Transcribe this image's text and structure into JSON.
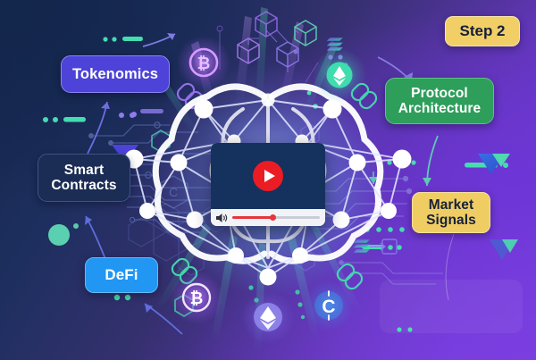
{
  "poster": {
    "title_badge": "Step 2",
    "theme": {
      "bg_dark": "#15264b",
      "bg_purple": "#7b3ee2",
      "accent_yellow": "#f0cd63",
      "accent_green": "#2e9e5b",
      "accent_blue": "#2196f3",
      "accent_indigo": "#4d43d8",
      "accent_mint": "#5fe3b9",
      "play_red": "#ec1c24"
    }
  },
  "chips": {
    "tokenomics": "Tokenomics",
    "smart_contracts": "Smart\nContracts",
    "smart_contracts_line1": "Smart",
    "smart_contracts_line2": "Contracts",
    "defi": "DeFi",
    "protocol_line1": "Protocol",
    "protocol_line2": "Architecture",
    "market_line1": "Market",
    "market_line2": "Signals"
  },
  "video": {
    "play_icon": "play-triangle-icon",
    "volume_icon": "speaker-volume-icon",
    "progress_percent": 46
  },
  "icons": {
    "bitcoin_glyph": "₿",
    "crypto_c_glyph": "C",
    "bitcoin_top": "bitcoin-coin-icon",
    "bitcoin_bottom": "bitcoin-coin-icon",
    "ethereum_top": "ethereum-coin-icon",
    "ethereum_bottom": "ethereum-coin-icon",
    "solana_top": "solana-logo-icon",
    "solana_bottom": "solana-logo-icon",
    "chain_links": "chain-link-icon",
    "cubes": "blockchain-cube-icon",
    "hexagons": "hexagon-outline-icon",
    "circuit": "circuit-trace-decoration",
    "brain_network": "brain-neural-network-graphic"
  }
}
